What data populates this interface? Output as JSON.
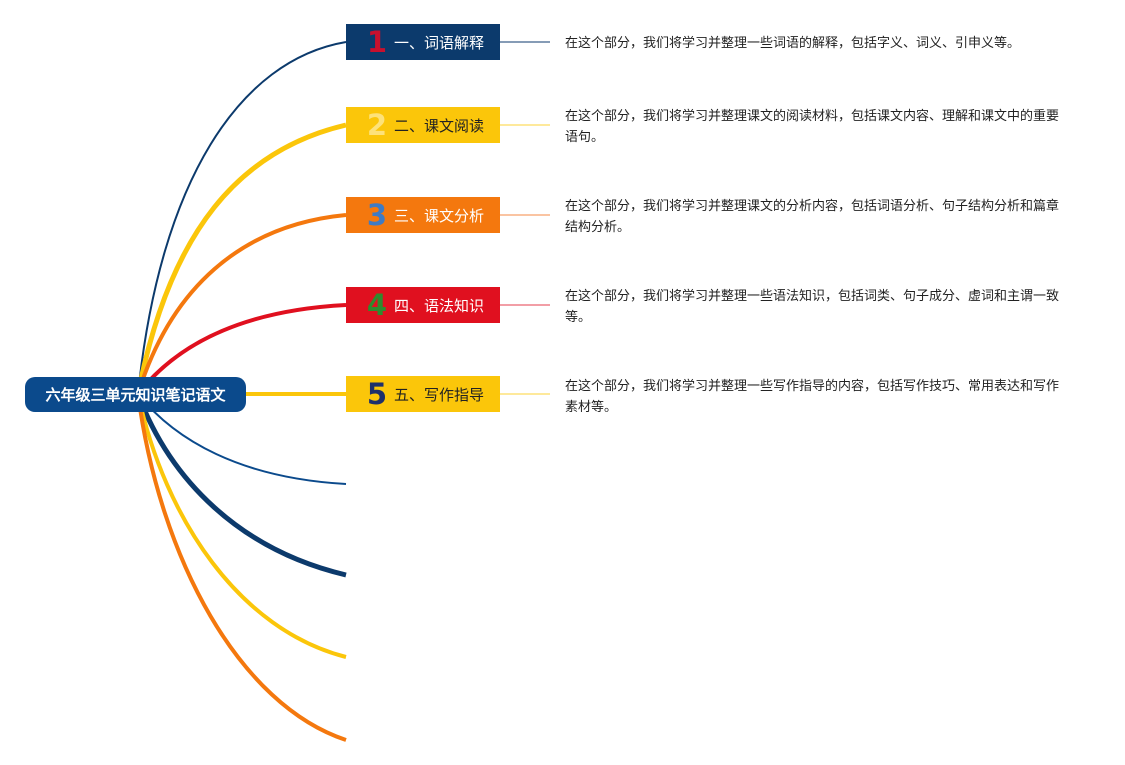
{
  "root": {
    "title": "六年级三单元知识笔记语文"
  },
  "branches": [
    {
      "number": "1",
      "label": "一、词语解释",
      "description": "在这个部分，我们将学习并整理一些词语的解释，包括字义、词义、引申义等。"
    },
    {
      "number": "2",
      "label": "二、课文阅读",
      "description": "在这个部分，我们将学习并整理课文的阅读材料，包括课文内容、理解和课文中的重要语句。"
    },
    {
      "number": "3",
      "label": "三、课文分析",
      "description": "在这个部分，我们将学习并整理课文的分析内容，包括词语分析、句子结构分析和篇章结构分析。"
    },
    {
      "number": "4",
      "label": "四、语法知识",
      "description": "在这个部分，我们将学习并整理一些语法知识，包括词类、句子成分、虚词和主谓一致等。"
    },
    {
      "number": "5",
      "label": "五、写作指导",
      "description": "在这个部分，我们将学习并整理一些写作指导的内容，包括写作技巧、常用表达和写作素材等。"
    }
  ],
  "colors": {
    "root": "#0b4a8c",
    "navy": "#0c3a6c",
    "yellow": "#fbc60a",
    "orange": "#f4780e",
    "red": "#e0101f"
  }
}
